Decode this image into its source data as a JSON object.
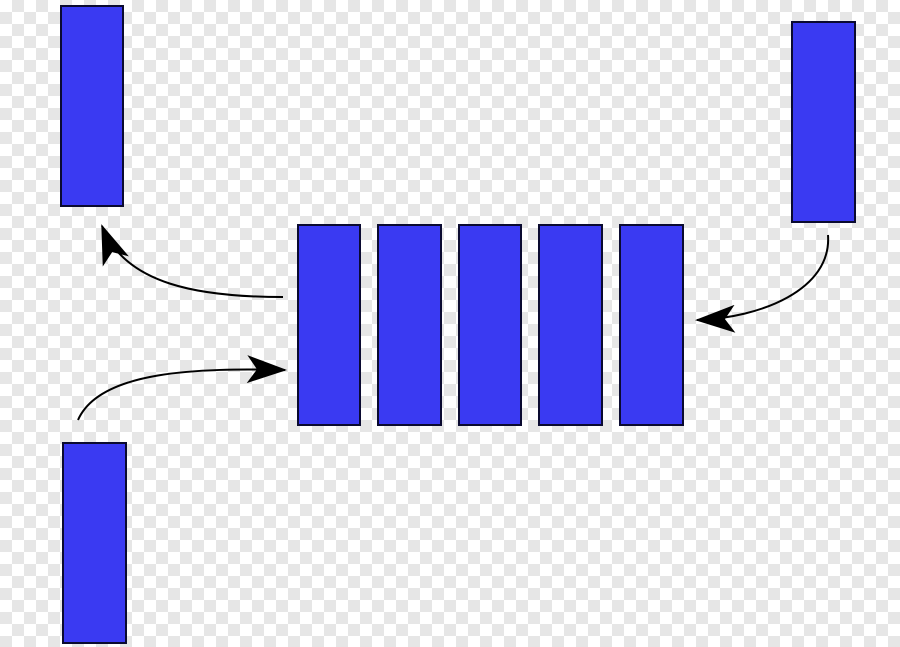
{
  "diagram": {
    "description_visible_text": "",
    "colors": {
      "block_fill": "#3a3af2",
      "block_stroke": "#0a0a30",
      "arrow_stroke": "#000000"
    },
    "queue": {
      "slot_count": 5
    },
    "external_blocks": [
      {
        "role": "dequeued-top-left"
      },
      {
        "role": "incoming-top-right"
      },
      {
        "role": "incoming-bottom-left"
      }
    ],
    "arrows": [
      {
        "from": "queue",
        "to": "dequeued-top-left"
      },
      {
        "from": "incoming-top-right",
        "to": "queue-back"
      },
      {
        "from": "incoming-bottom-left",
        "to": "queue-front"
      }
    ]
  }
}
